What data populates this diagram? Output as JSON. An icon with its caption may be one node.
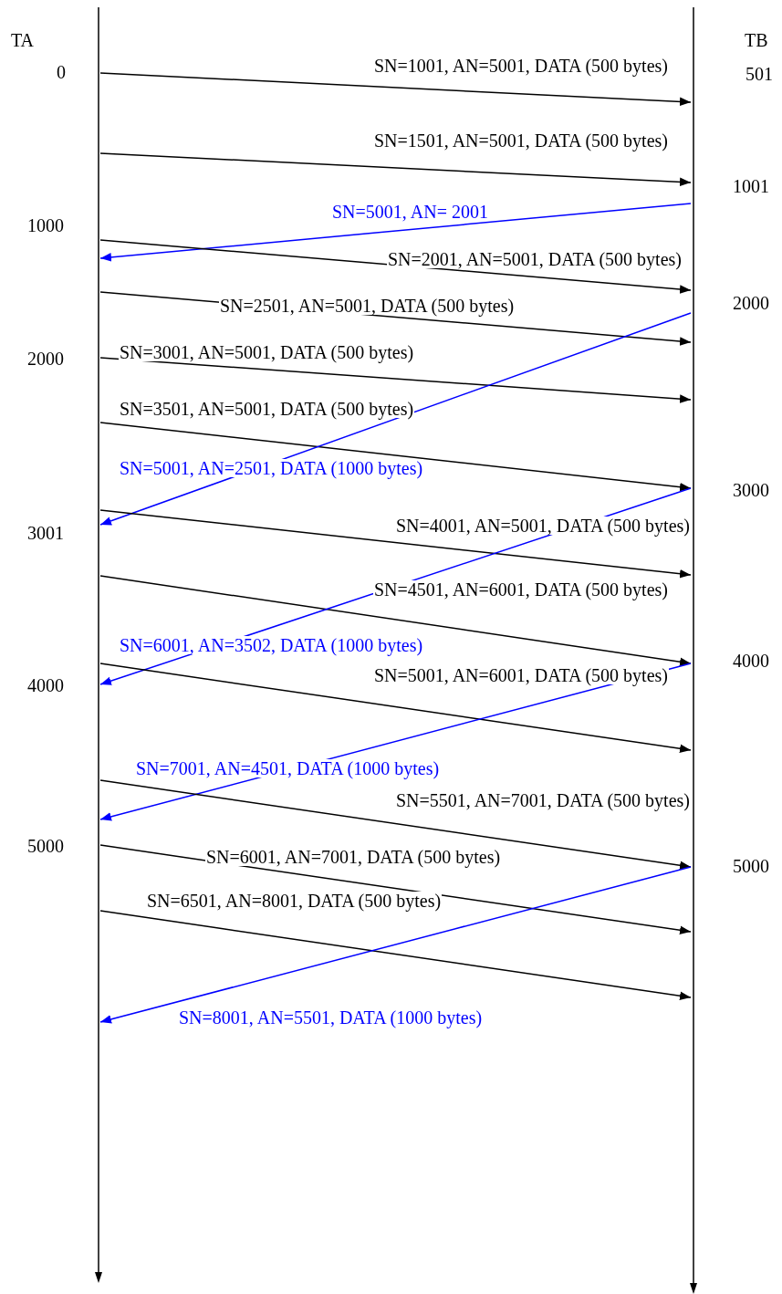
{
  "diagram": {
    "nodes": [
      {
        "text": [
          "TA"
        ]
      },
      {
        "text": [
          "TB"
        ]
      }
    ],
    "edges": [
      {
        "from": 0,
        "to": 1,
        "arrow": "to",
        "label": "SN=1001, AN=5001, DATA (500 bytes)"
      },
      {
        "from": 0,
        "to": 1,
        "arrow": "to",
        "label": "SN=1501, AN=5001, DATA (500 bytes)"
      },
      {
        "from": 1,
        "to": 0,
        "arrow": "to",
        "label": "SN=5001, AN= 2001",
        "color": "#0000ff"
      },
      {
        "from": 0,
        "to": 1,
        "arrow": "to",
        "label": "SN=2001, AN=5001, DATA (500 bytes)"
      },
      {
        "from": 0,
        "to": 1,
        "arrow": "to",
        "label": "SN=2501, AN=5001, DATA (500 bytes)"
      },
      {
        "from": 0,
        "to": 1,
        "arrow": "to",
        "label": "SN=3001, AN=5001, DATA (500 bytes)"
      },
      {
        "from": 0,
        "to": 1,
        "arrow": "to",
        "label": "SN=3501, AN=5001, DATA (500 bytes)"
      },
      {
        "from": 1,
        "to": 0,
        "arrow": "to",
        "label": "SN=5001, AN=2501, DATA (1000 bytes)",
        "color": "#0000ff"
      },
      {
        "from": 0,
        "to": 1,
        "arrow": "to",
        "label": "SN=4001, AN=5001, DATA (500 bytes)"
      },
      {
        "from": 0,
        "to": 1,
        "arrow": "to",
        "label": "SN=4501, AN=6001, DATA (500 bytes)"
      },
      {
        "from": 1,
        "to": 0,
        "arrow": "to",
        "label": "SN=6001, AN=3502, DATA (1000 bytes)",
        "color": "#0000ff"
      },
      {
        "from": 0,
        "to": 1,
        "arrow": "to",
        "label": "SN=5001, AN=6001, DATA (500 bytes)"
      },
      {
        "from": 1,
        "to": 0,
        "arrow": "to",
        "label": "SN=7001, AN=4501, DATA (1000 bytes)",
        "color": "#0000ff"
      },
      {
        "from": 0,
        "to": 1,
        "arrow": "to",
        "label": "SN=5501, AN=7001, DATA (500 bytes)"
      },
      {
        "from": 0,
        "to": 1,
        "arrow": "to",
        "label": "SN=6001, AN=7001, DATA (500 bytes)"
      },
      {
        "from": 0,
        "to": 1,
        "arrow": "to",
        "label": "SN=6501, AN=8001, DATA (500 bytes)"
      },
      {
        "from": 1,
        "to": 0,
        "arrow": "to",
        "label": "SN=8001, AN=5501, DATA (1000 bytes)",
        "color": "#0000ff"
      }
    ],
    "labels": [
      "0",
      "501",
      "1001",
      "1000",
      "2000",
      "2000",
      "3000",
      "3001",
      "4000",
      "4000",
      "5000",
      "5000"
    ]
  }
}
